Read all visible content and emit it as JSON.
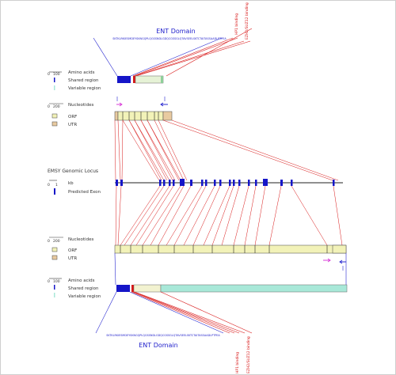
{
  "top_domain": {
    "title": "ENT Domain",
    "sequence": "SKTKLRKIESMDEYSKNGQPLQGSSNDLGDQCGSSGLQTAVSEELSKTCTAITASSAADLPTPEA",
    "labels": [
      "HP1 binding",
      "EZH2/SUZ12 binding"
    ]
  },
  "protein_legend_top": {
    "scale_value": "100",
    "scale_unit": "Amino acids",
    "items": [
      "Shared region",
      "Variable region"
    ]
  },
  "mrna_legend_top": {
    "scale_value": "200",
    "scale_unit": "Nucleotides",
    "items": [
      "ORF",
      "UTR"
    ]
  },
  "genomic": {
    "title": "EMSY Genomic Locus",
    "scale_value": "1",
    "scale_unit": "kb",
    "exon_label": "Predicted Exon"
  },
  "mrna_legend_bottom": {
    "scale_value": "200",
    "scale_unit": "Nucleotides",
    "items": [
      "ORF",
      "UTR"
    ]
  },
  "protein_legend_bottom": {
    "scale_value": "100",
    "scale_unit": "Amino acids",
    "items": [
      "Shared region",
      "Variable region"
    ]
  },
  "bottom_domain": {
    "title": "ENT Domain",
    "sequence": "SKTKLRKIESMDEYSKNGQPLQGSSNDLGDQCGSSGLQTAVSEELSKTCTAITASSAADLPTPEA",
    "labels": [
      "HP1 binding",
      "EZH2/SUZ12 binding"
    ]
  },
  "colors": {
    "shared": "#1515c8",
    "variable_top": "#e6f2d6",
    "variable_bottom": "#a8e8d8",
    "orf": "#f2f2b8",
    "utr": "#e8caa0",
    "line_red": "#d81818",
    "line_blue": "#2828d0",
    "arrow": "#d83cd8"
  }
}
